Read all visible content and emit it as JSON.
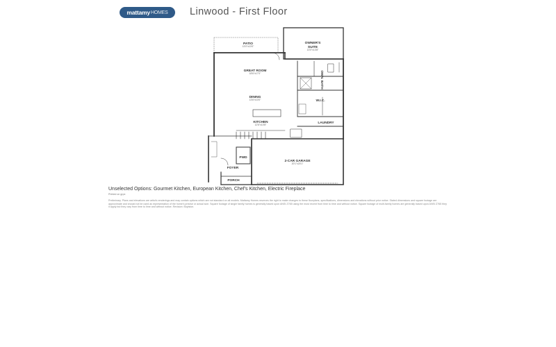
{
  "brand": {
    "name": "mattamy",
    "suffix": "HOMES"
  },
  "title": "Linwood - First Floor",
  "rooms": {
    "patio": {
      "label": "PATIO",
      "dims": "13'0\"x10'0\""
    },
    "owners": {
      "label1": "OWNER'S",
      "label2": "SUITE",
      "dims": "13'0\"x13'8\""
    },
    "great": {
      "label": "GREAT ROOM",
      "dims": "18'6\"x17'0\""
    },
    "dining": {
      "label": "DINING",
      "dims": "13'6\"x10'0\""
    },
    "kitchen": {
      "label": "KITCHEN",
      "dims": "12'6\"x10'8\""
    },
    "bath": {
      "label": "OWN. BATH"
    },
    "wic": {
      "label": "W.I.C."
    },
    "laundry": {
      "label": "LAUNDRY"
    },
    "garage": {
      "label": "2-CAR GARAGE",
      "dims": "20'1\"x20'1\""
    },
    "pwd": {
      "label": "PWD"
    },
    "foyer": {
      "label": "FOYER"
    },
    "porch": {
      "label": "PORCH"
    }
  },
  "options_text": "Unselected Options: Gourmet Kitchen, European Kitchen, Chef's Kitchen, Electric Fireplace",
  "printed_text": "Printed on grpx",
  "disclaimer": "Preliminary. Plans and elevations are artist's renderings and may contain options which are not standard on all models. Mattamy Homes reserves the right to make changes to these floorplans, specifications, dimensions and elevations without prior notice. Stated dimensions and square footage are approximate and should not be used as representation of the home's precise or actual size. Square footage of single family homes is generally based upon ANSI Z765 using the most recent from time to time and without notice. Square footage of multi-family homes are generally based upon ANSI Z765 they it apply but they vary from time to time and without notice. Revision: Boylston."
}
